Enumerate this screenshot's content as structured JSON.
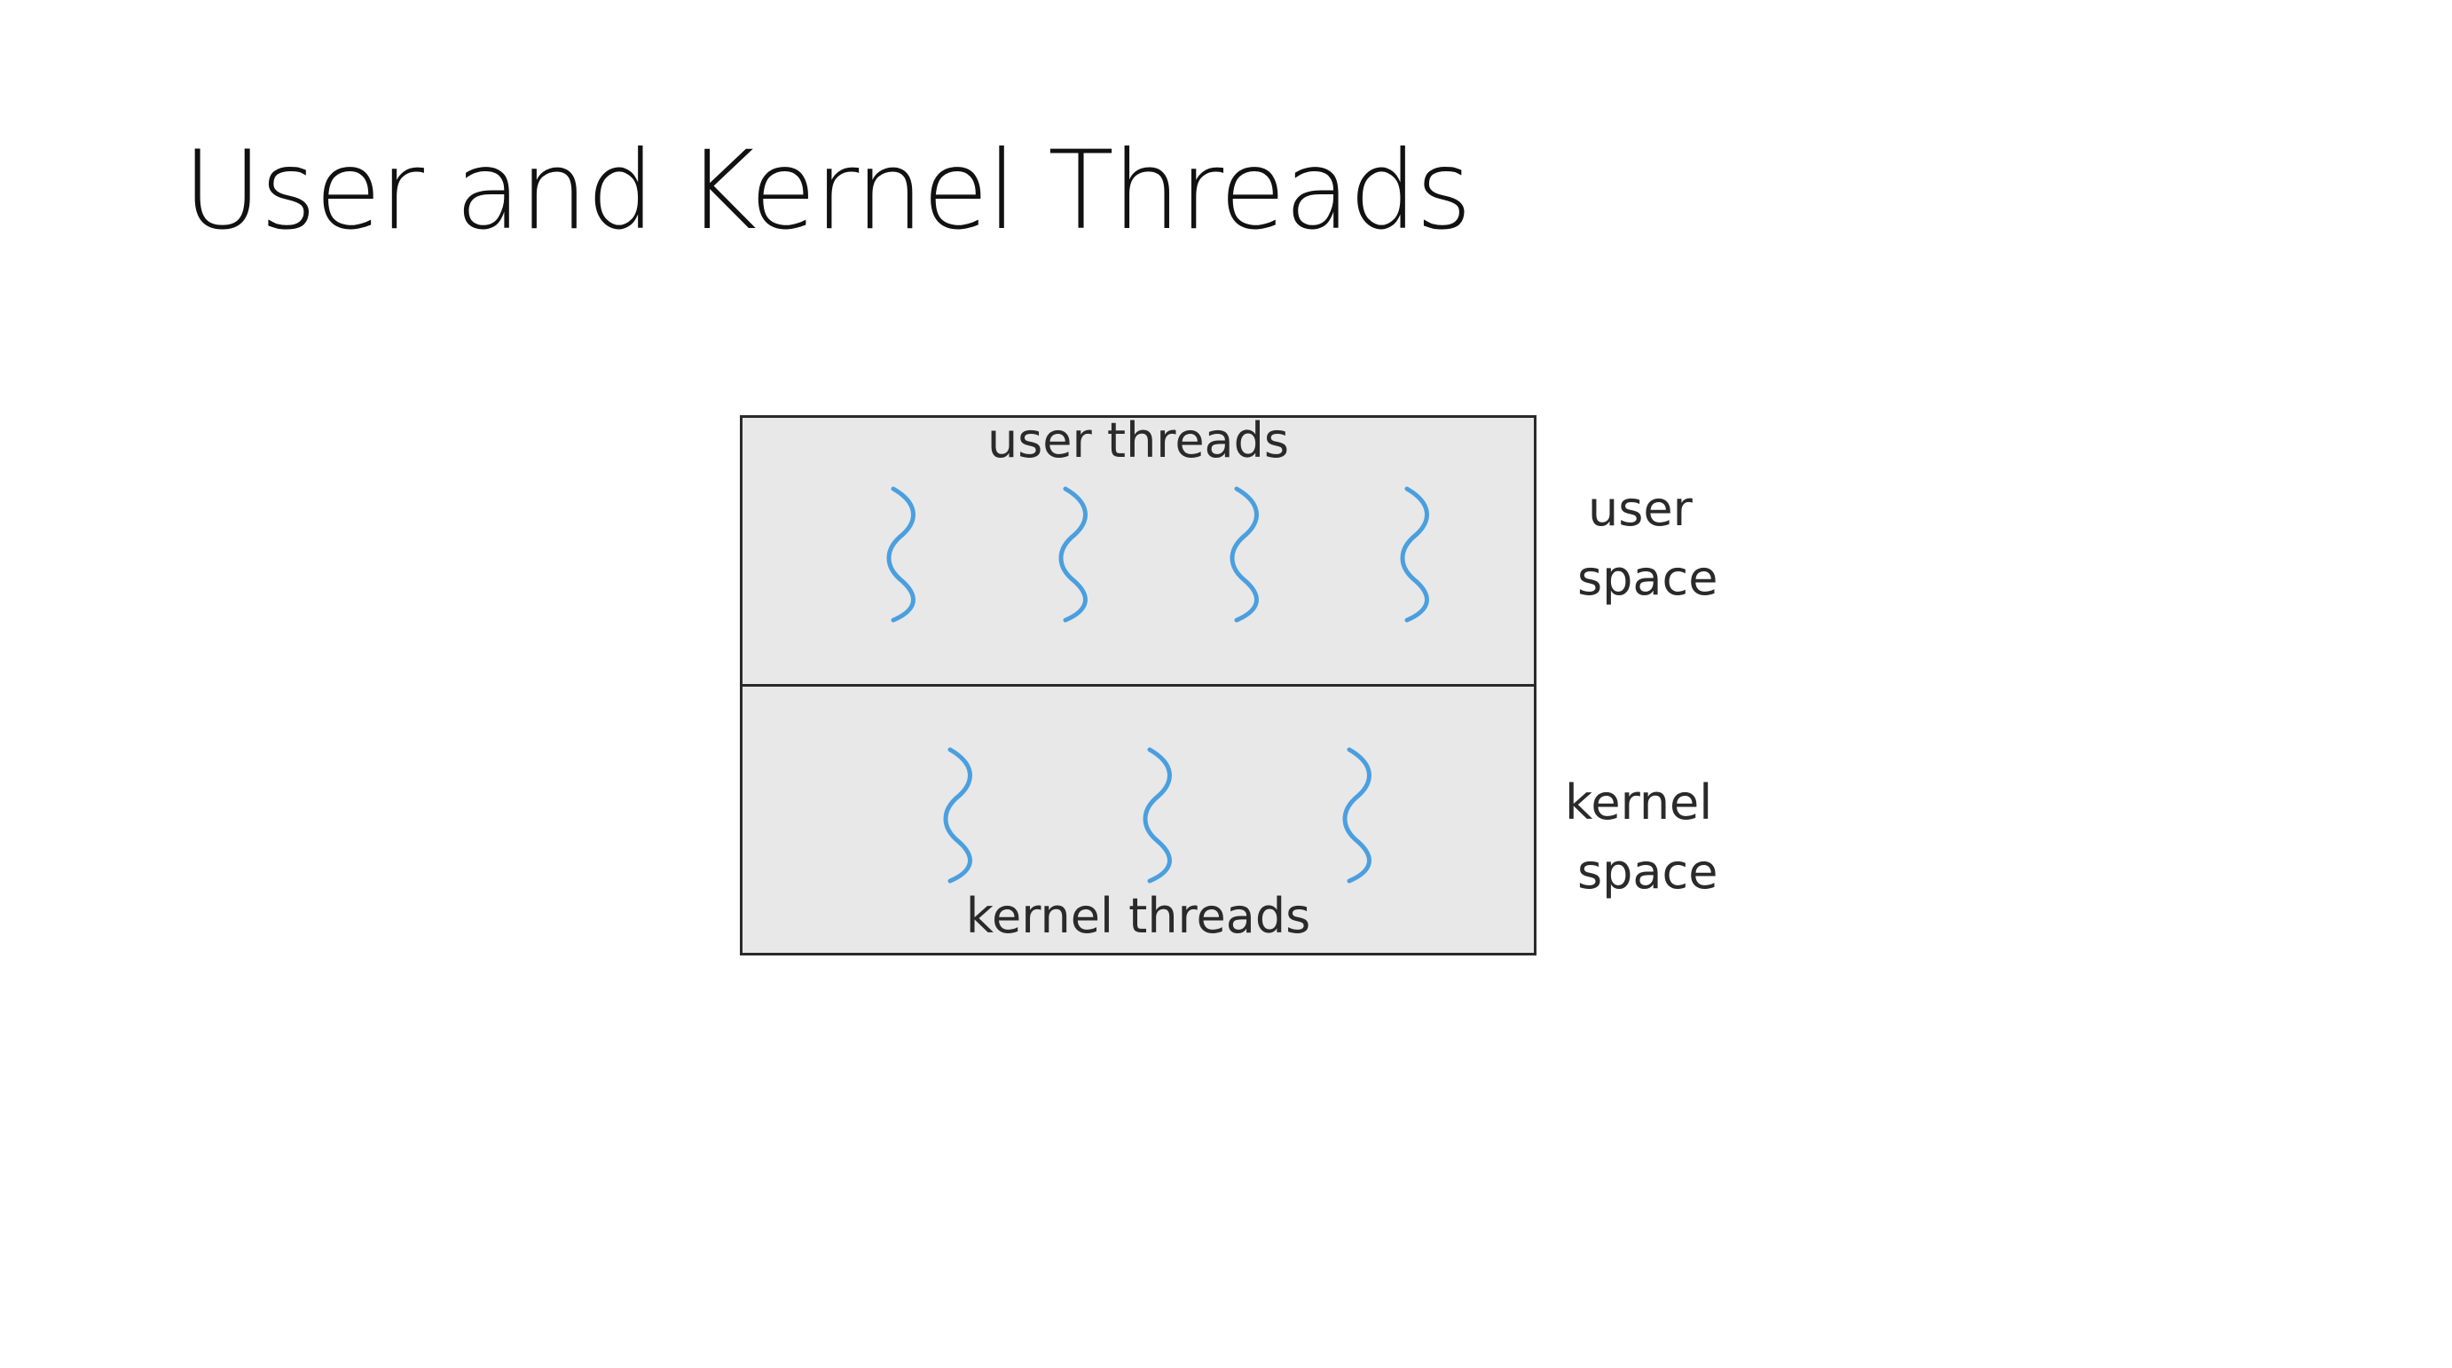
{
  "slide": {
    "title": "User and Kernel Threads"
  },
  "diagram": {
    "user_region_label": "user threads",
    "kernel_region_label": "kernel threads",
    "user_side_label": [
      "user",
      "space"
    ],
    "kernel_side_label": [
      "kernel",
      "space"
    ],
    "user_thread_count": 4,
    "kernel_thread_count": 3,
    "colors": {
      "thread": "#4a9fdf",
      "region_fill": "#e8e8e8",
      "border": "#2a2a2a",
      "text": "#2a2a2a"
    },
    "icons": {
      "thread": "wavy-thread-icon"
    }
  }
}
